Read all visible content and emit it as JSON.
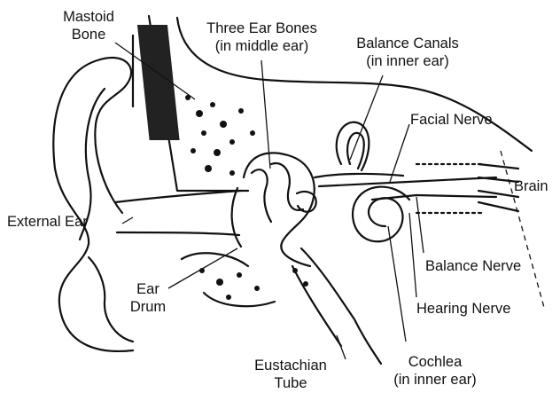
{
  "labels": {
    "mastoid": [
      "Mastoid",
      "Bone"
    ],
    "bones": [
      "Three Ear Bones",
      "(in middle ear)"
    ],
    "balance_canals": [
      "Balance Canals",
      "(in inner ear)"
    ],
    "facial_nerve": "Facial Nerve",
    "brain": "Brain",
    "external_ear": "External Ear",
    "ear_drum": [
      "Ear",
      "Drum"
    ],
    "balance_nerve": "Balance Nerve",
    "hearing_nerve": "Hearing Nerve",
    "eustachian": [
      "Eustachian",
      "Tube"
    ],
    "cochlea": [
      "Cochlea",
      "(in inner ear)"
    ]
  },
  "colors": {
    "ink": "#111111",
    "paper": "#ffffff"
  }
}
